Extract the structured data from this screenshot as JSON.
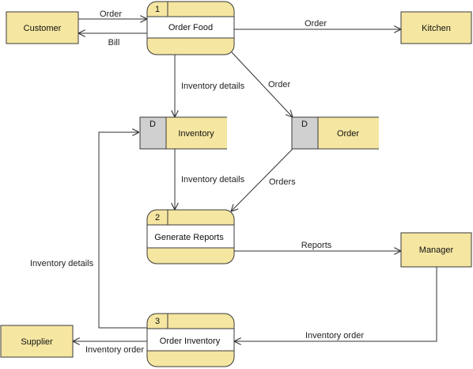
{
  "entities": {
    "customer": "Customer",
    "kitchen": "Kitchen",
    "manager": "Manager",
    "supplier": "Supplier"
  },
  "processes": {
    "order_food": {
      "id": "1",
      "name": "Order Food"
    },
    "generate_reports": {
      "id": "2",
      "name": "Generate Reports"
    },
    "order_inventory": {
      "id": "3",
      "name": "Order Inventory"
    }
  },
  "stores": {
    "inventory": {
      "id": "D",
      "name": "Inventory"
    },
    "order": {
      "id": "D",
      "name": "Order"
    }
  },
  "flows": {
    "customer_order": "Order",
    "bill": "Bill",
    "order_to_kitchen": "Order",
    "inventory_details_1": "Inventory details",
    "order_to_store": "Order",
    "inventory_details_2": "Inventory details",
    "orders": "Orders",
    "reports": "Reports",
    "inventory_details_3": "Inventory details",
    "inventory_order_from_manager": "Inventory order",
    "inventory_order_to_supplier": "Inventory order"
  },
  "colors": {
    "entity_fill": "#F5E6A1",
    "store_id_fill": "#D0D0D0",
    "process_center_fill": "#FFFFFF",
    "line": "#303030"
  }
}
